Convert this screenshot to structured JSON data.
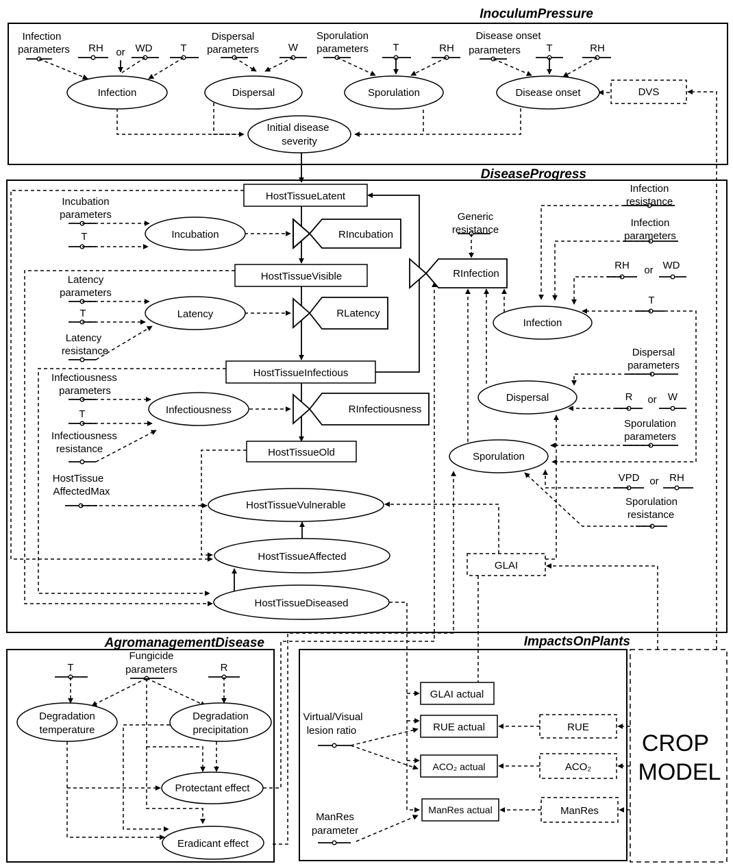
{
  "sections": {
    "inoculum_pressure": "InoculumPressure",
    "disease_progress": "DiseaseProgress",
    "agromanagement_disease": "AgromanagementDisease",
    "impacts_on_plants": "ImpactsOnPlants"
  },
  "inoculum": {
    "infection_params": [
      "Infection",
      "parameters"
    ],
    "dispersal_params": [
      "Dispersal",
      "parameters"
    ],
    "sporulation_params": [
      "Sporulation",
      "parameters"
    ],
    "onset_params": [
      "Disease onset",
      "parameters"
    ],
    "rh": "RH",
    "or": "or",
    "wd": "WD",
    "t": "T",
    "w": "W",
    "infection": "Infection",
    "dispersal": "Dispersal",
    "sporulation": "Sporulation",
    "disease_onset": "Disease onset",
    "dvs": "DVS",
    "initial_severity": [
      "Initial disease",
      "severity"
    ]
  },
  "progress": {
    "latent": "HostTissueLatent",
    "visible": "HostTissueVisible",
    "infectious": "HostTissueInfectious",
    "old": "HostTissueOld",
    "vulnerable": "HostTissueVulnerable",
    "affected": "HostTissueAffected",
    "diseased": "HostTissueDiseased",
    "incubation_params": [
      "Incubation",
      "parameters"
    ],
    "incubation": "Incubation",
    "r_incubation": "RIncubation",
    "latency_params": [
      "Latency",
      "parameters"
    ],
    "latency": "Latency",
    "latency_resistance": [
      "Latency",
      "resistance"
    ],
    "r_latency": "RLatency",
    "infectiousness_params": [
      "Infectiousness",
      "parameters"
    ],
    "infectiousness": "Infectiousness",
    "infectiousness_resistance": [
      "Infectiousness",
      "resistance"
    ],
    "r_infectiousness": "RInfectiousness",
    "affected_max": [
      "HostTissue",
      "AffectedMax"
    ],
    "t": "T",
    "generic_resistance": [
      "Generic",
      "resistance"
    ],
    "r_infection": "RInfection",
    "infection_resistance": [
      "Infection",
      "resistance"
    ],
    "infection_params": [
      "Infection",
      "parameters"
    ],
    "rh": "RH",
    "or": "or",
    "wd": "WD",
    "r": "R",
    "w": "W",
    "vpd": "VPD",
    "infection": "Infection",
    "dispersal_params": [
      "Dispersal",
      "parameters"
    ],
    "dispersal": "Dispersal",
    "sporulation_params": [
      "Sporulation",
      "parameters"
    ],
    "sporulation": "Sporulation",
    "sporulation_resistance": [
      "Sporulation",
      "resistance"
    ],
    "glai": "GLAI"
  },
  "agro": {
    "t": "T",
    "fungicide_params": [
      "Fungicide",
      "parameters"
    ],
    "r": "R",
    "degradation_temperature": [
      "Degradation",
      "temperature"
    ],
    "degradation_precipitation": [
      "Degradation",
      "precipitation"
    ],
    "protectant_effect": "Protectant effect",
    "eradicant_effect": "Eradicant effect"
  },
  "impacts": {
    "glai_actual": "GLAI actual",
    "rue_actual": "RUE actual",
    "aco2_actual": "ACO₂ actual",
    "manres_actual": "ManRes actual",
    "lesion_ratio": [
      "Virtual/Visual",
      "lesion ratio"
    ],
    "manres_param": [
      "ManRes",
      "parameter"
    ],
    "rue": "RUE",
    "aco2": "ACO₂",
    "manres": "ManRes"
  },
  "crop_model": [
    "CROP",
    "MODEL"
  ]
}
